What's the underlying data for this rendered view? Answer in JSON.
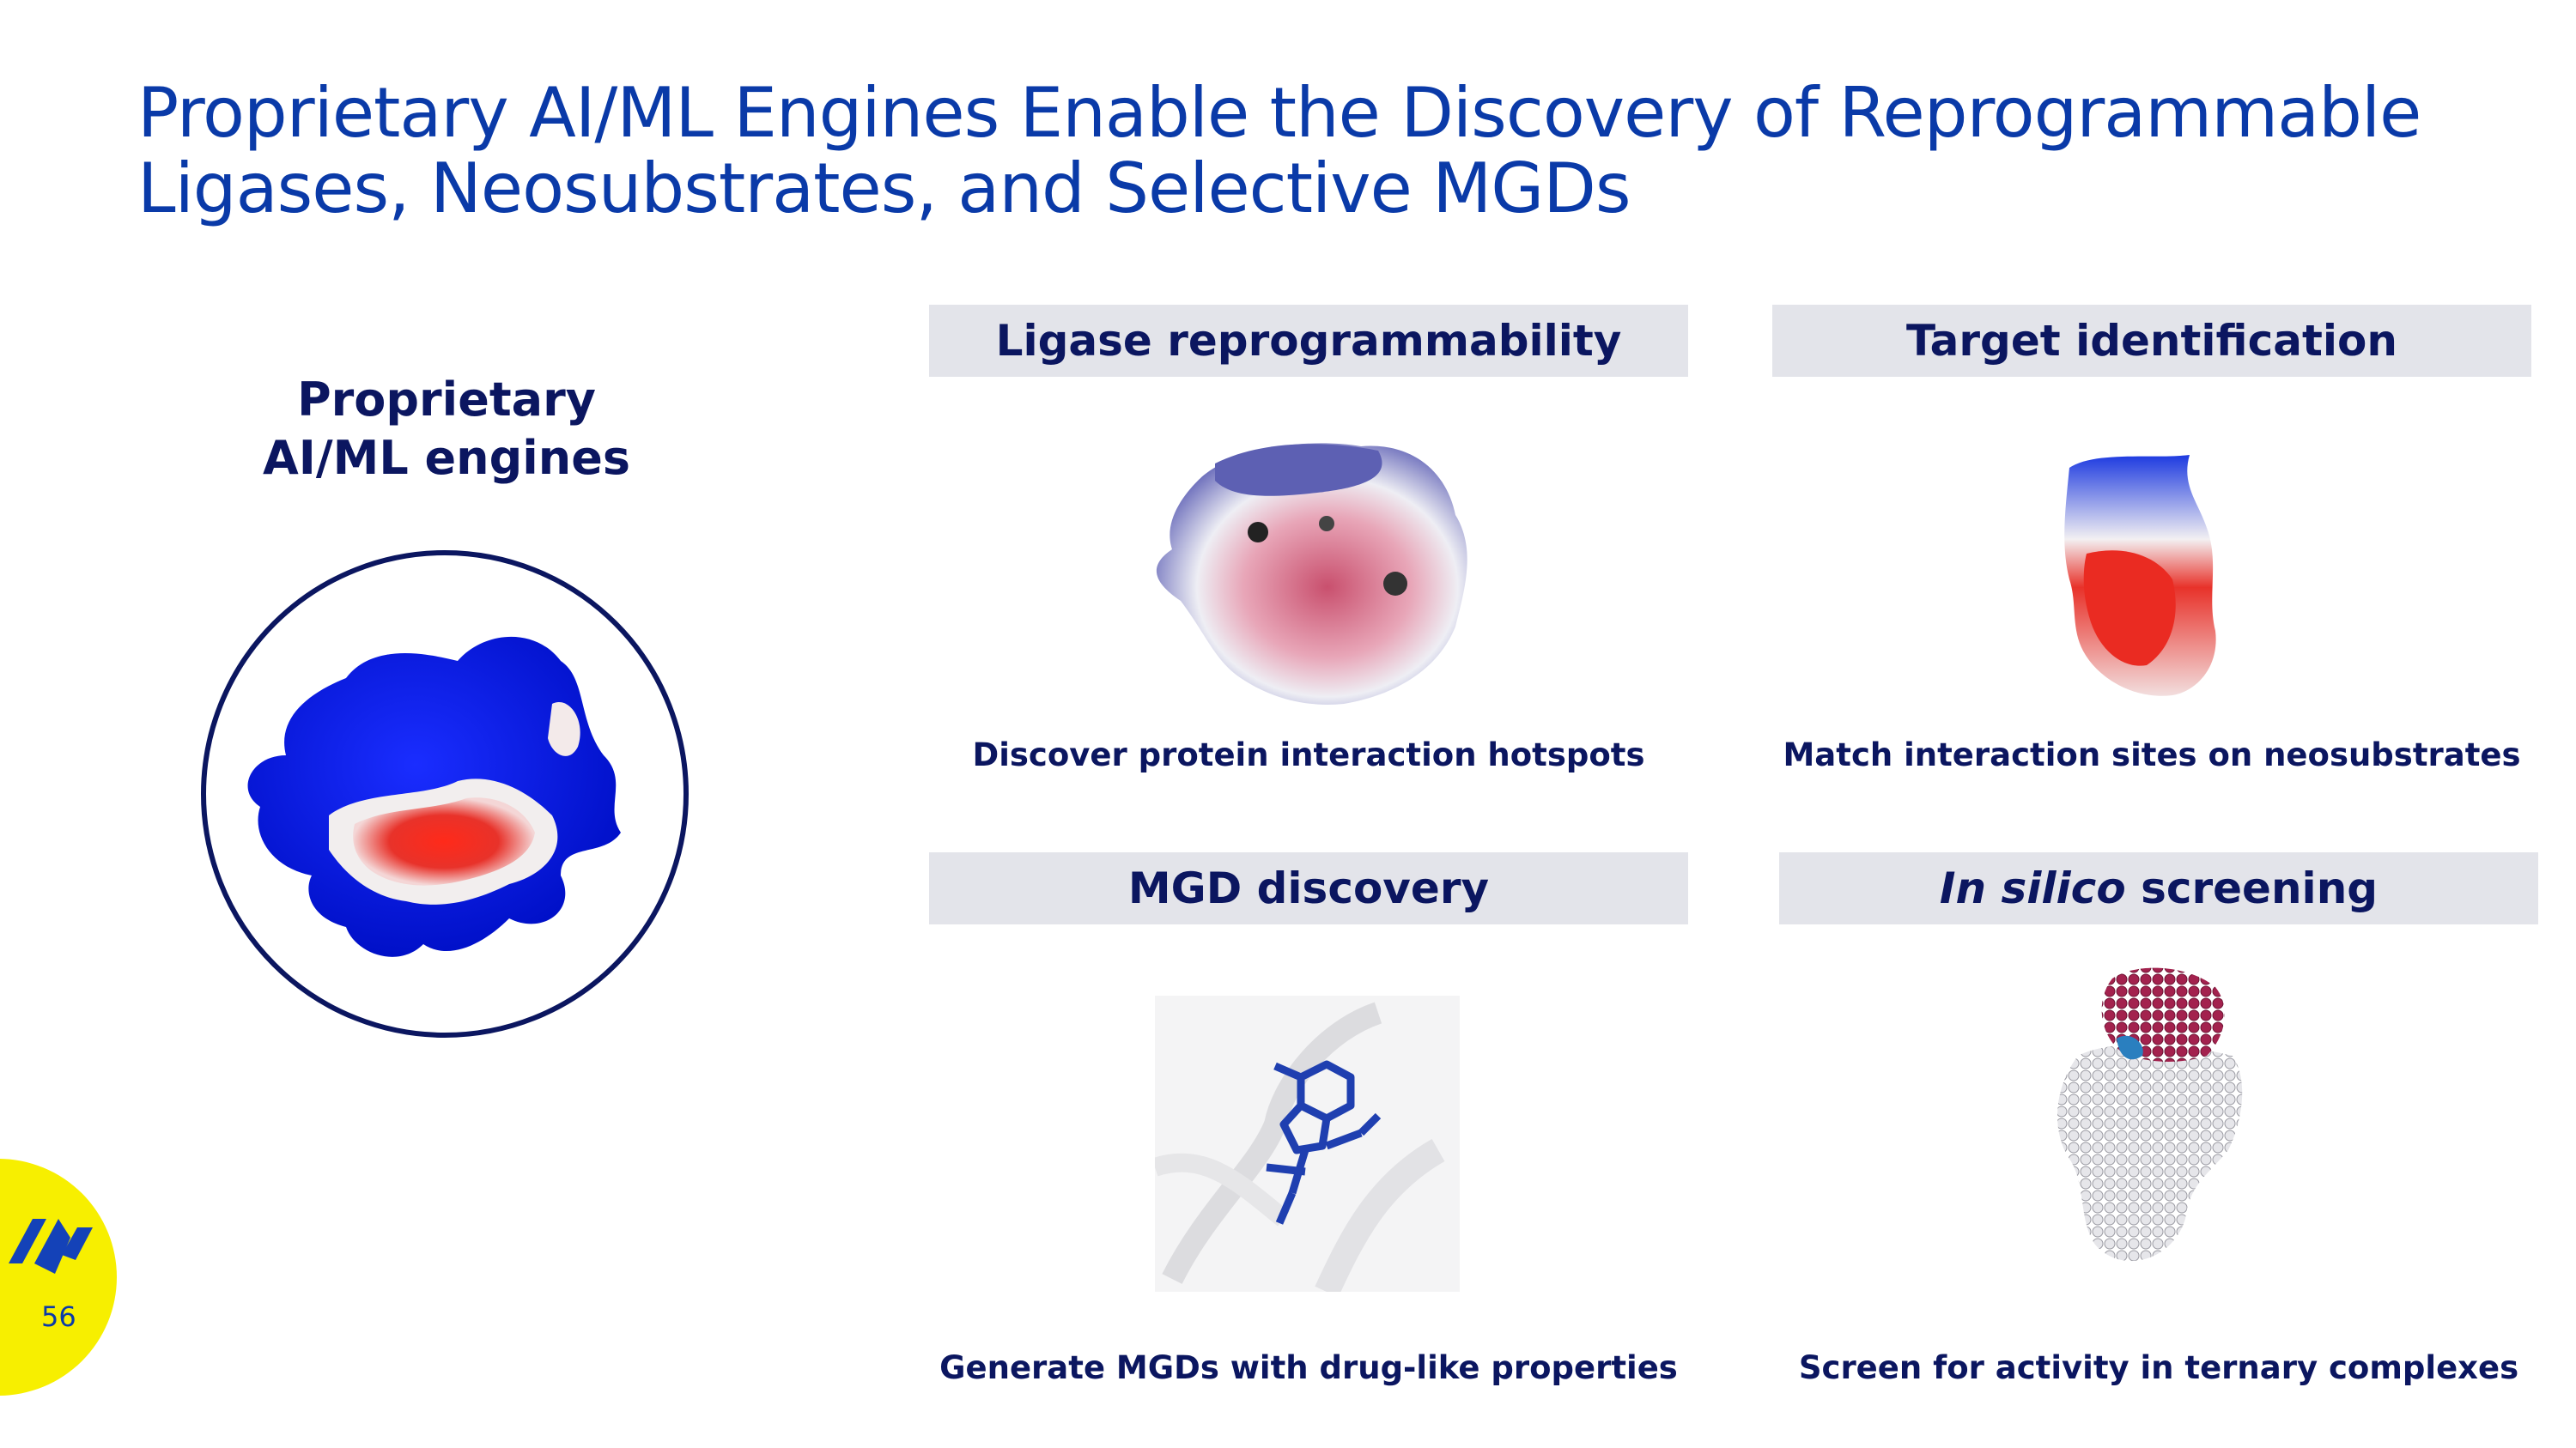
{
  "slide": {
    "title_line1": "Proprietary AI/ML Engines Enable the Discovery of Reprogrammable",
    "title_line2": "Ligases, Neosubstrates, and Selective MGDs",
    "page_number": "56"
  },
  "left": {
    "heading_line1": "Proprietary",
    "heading_line2": "AI/ML engines"
  },
  "panels": [
    {
      "heading": "Ligase reprogrammability",
      "caption": "Discover protein interaction hotspots"
    },
    {
      "heading": "Target identification",
      "caption": "Match interaction sites on neosubstrates"
    },
    {
      "heading": "MGD discovery",
      "caption": "Generate MGDs with drug-like properties"
    },
    {
      "heading_italic": "In silico",
      "heading_rest": " screening",
      "caption": "Screen for activity in ternary complexes"
    }
  ],
  "colors": {
    "title": "#0a3aa8",
    "navy": "#0b1660",
    "header_bg": "#e3e4ea",
    "badge": "#f7ef00"
  }
}
